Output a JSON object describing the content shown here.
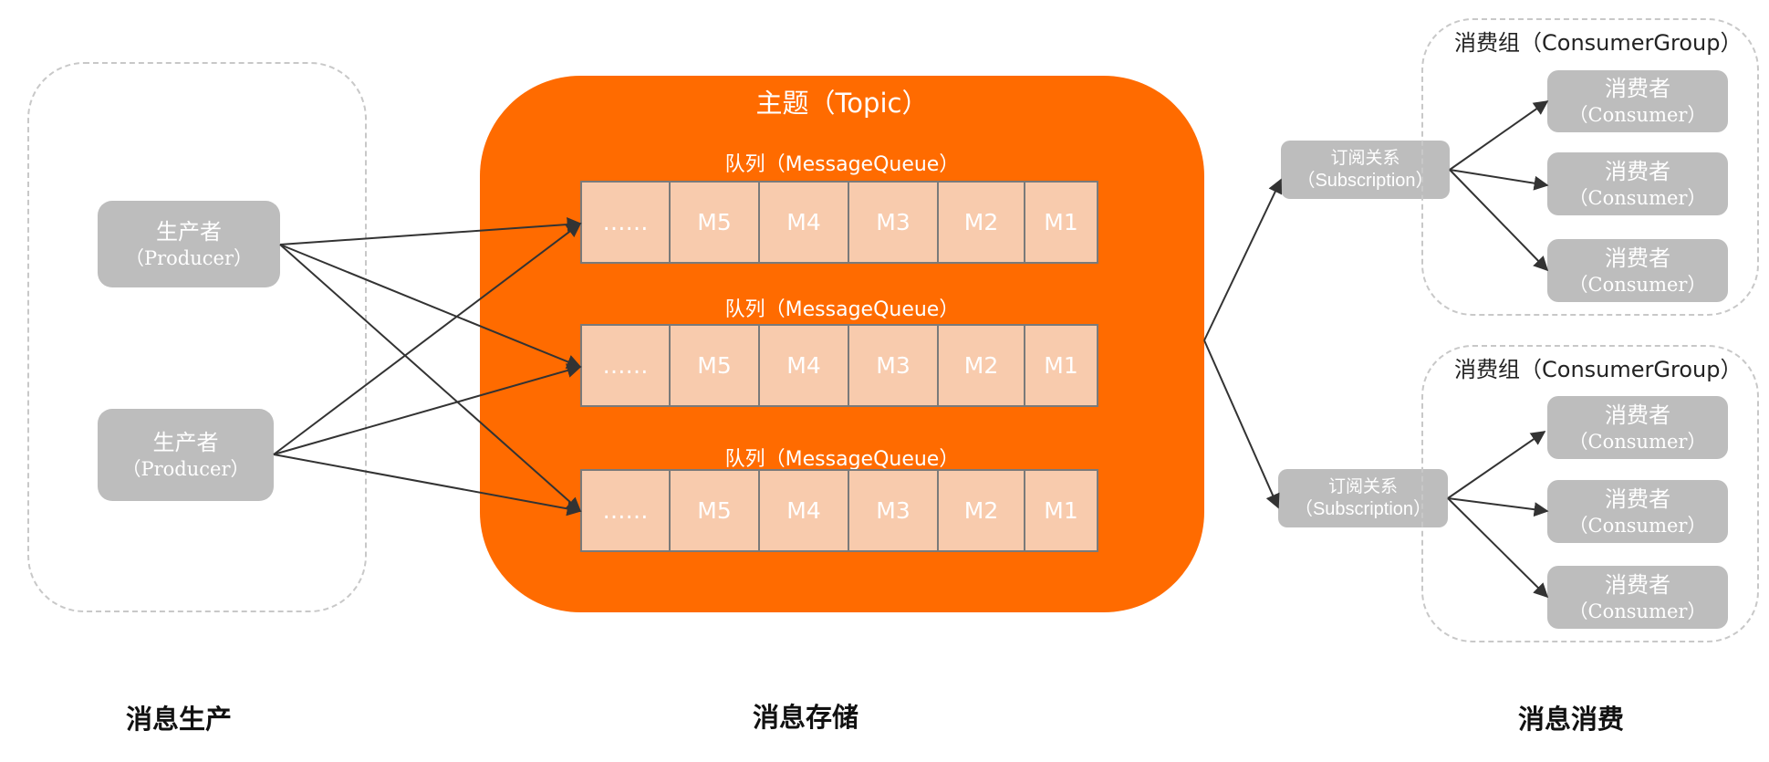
{
  "producer_side": {
    "producers": [
      {
        "title": "生产者",
        "subtitle": "（Producer）"
      },
      {
        "title": "生产者",
        "subtitle": "（Producer）"
      }
    ],
    "section_label": "消息生产"
  },
  "storage": {
    "topic_label": "主题（Topic）",
    "queues": [
      {
        "label": "队列（MessageQueue）",
        "cells": [
          "……",
          "M5",
          "M4",
          "M3",
          "M2",
          "M1"
        ]
      },
      {
        "label": "队列（MessageQueue）",
        "cells": [
          "……",
          "M5",
          "M4",
          "M3",
          "M2",
          "M1"
        ]
      },
      {
        "label": "队列（MessageQueue）",
        "cells": [
          "……",
          "M5",
          "M4",
          "M3",
          "M2",
          "M1"
        ]
      }
    ],
    "section_label": "消息存储"
  },
  "consumer_side": {
    "subscriptions": [
      {
        "title": "订阅关系",
        "subtitle": "（Subscription）"
      },
      {
        "title": "订阅关系",
        "subtitle": "（Subscription）"
      }
    ],
    "groups": [
      {
        "label": "消费组（ConsumerGroup）",
        "consumers": [
          {
            "title": "消费者",
            "subtitle": "（Consumer）"
          },
          {
            "title": "消费者",
            "subtitle": "（Consumer）"
          },
          {
            "title": "消费者",
            "subtitle": "（Consumer）"
          }
        ]
      },
      {
        "label": "消费组（ConsumerGroup）",
        "consumers": [
          {
            "title": "消费者",
            "subtitle": "（Consumer）"
          },
          {
            "title": "消费者",
            "subtitle": "（Consumer）"
          },
          {
            "title": "消费者",
            "subtitle": "（Consumer）"
          }
        ]
      }
    ],
    "section_label": "消息消费"
  },
  "colors": {
    "topic": "#ff6b00",
    "queue_cell": "#f8cbad",
    "node": "#bdbdbd",
    "arrow": "#333333"
  }
}
